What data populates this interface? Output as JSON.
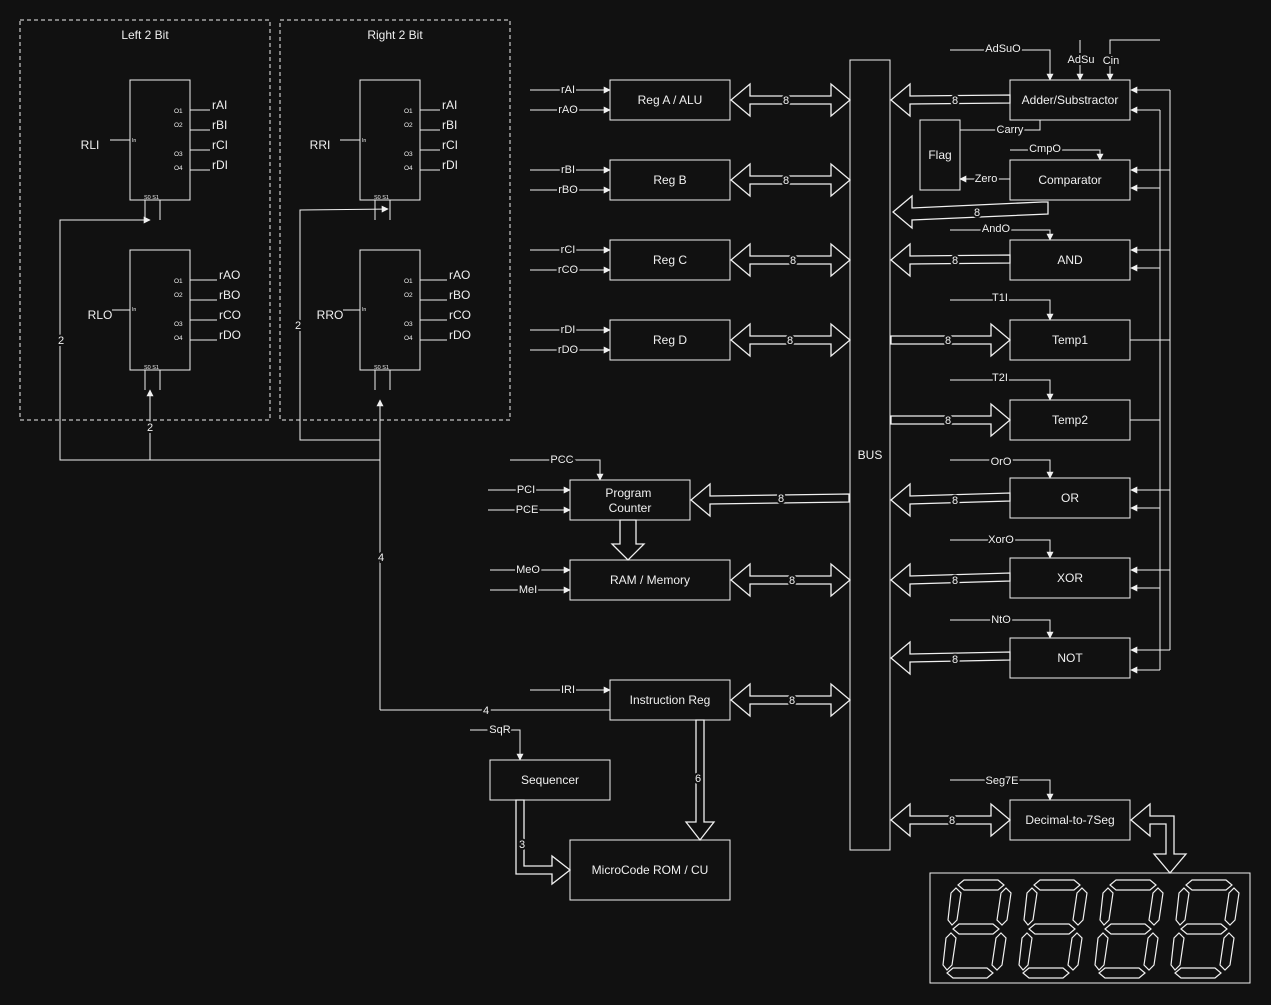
{
  "groups": {
    "left_title": "Left 2 Bit",
    "right_title": "Right 2 Bit"
  },
  "shift": {
    "rli": "RLI",
    "rlo": "RLO",
    "rri": "RRI",
    "rro": "RRO",
    "in_label": "In",
    "sel_label": "S0 S1",
    "o1": "O1",
    "o2": "O2",
    "o3": "O3",
    "o4": "O4",
    "in_outputs": [
      "rAI",
      "rBI",
      "rCI",
      "rDI"
    ],
    "out_outputs": [
      "rAO",
      "rBO",
      "rCO",
      "rDO"
    ],
    "bus_two": "2",
    "bus_four": "4"
  },
  "registers": [
    {
      "name": "Reg A / ALU",
      "in": "rAI",
      "out": "rAO",
      "width": "8"
    },
    {
      "name": "Reg B",
      "in": "rBI",
      "out": "rBO",
      "width": "8"
    },
    {
      "name": "Reg C",
      "in": "rCI",
      "out": "rCO",
      "width": "8"
    },
    {
      "name": "Reg D",
      "in": "rDI",
      "out": "rDO",
      "width": "8"
    }
  ],
  "program_counter": {
    "name": "Program Counter",
    "signals": [
      "PCC",
      "PCI",
      "PCE"
    ],
    "width": "8"
  },
  "memory": {
    "name": "RAM / Memory",
    "signals": [
      "MeO",
      "MeI"
    ],
    "width": "8"
  },
  "instruction_reg": {
    "name": "Instruction Reg",
    "signal": "IRI",
    "width": "8",
    "to_cu": "6",
    "to_shift": "4"
  },
  "sequencer": {
    "name": "Sequencer",
    "signal": "SqR",
    "to_cu": "3"
  },
  "cu": {
    "name": "MicroCode ROM / CU"
  },
  "bus": {
    "label": "BUS"
  },
  "alu": {
    "adder": {
      "name": "Adder/Substractor",
      "signals": [
        "AdSuO",
        "AdSu",
        "Cin"
      ],
      "width": "8"
    },
    "flag": {
      "name": "Flag",
      "carry": "Carry",
      "zero": "Zero"
    },
    "comparator": {
      "name": "Comparator",
      "signal": "CmpO",
      "width": "8"
    },
    "and": {
      "name": "AND",
      "signal": "AndO",
      "width": "8"
    },
    "temp1": {
      "name": "Temp1",
      "signal": "T1I",
      "width": "8"
    },
    "temp2": {
      "name": "Temp2",
      "signal": "T2I",
      "width": "8"
    },
    "or": {
      "name": "OR",
      "signal": "OrO",
      "width": "8"
    },
    "xor": {
      "name": "XOR",
      "signal": "XorO",
      "width": "8"
    },
    "not": {
      "name": "NOT",
      "signal": "NtO",
      "width": "8"
    }
  },
  "decoder": {
    "name": "Decimal-to-7Seg",
    "signal": "Seg7E",
    "width": "8"
  },
  "display": {
    "digits": 4,
    "shown": "2222"
  }
}
